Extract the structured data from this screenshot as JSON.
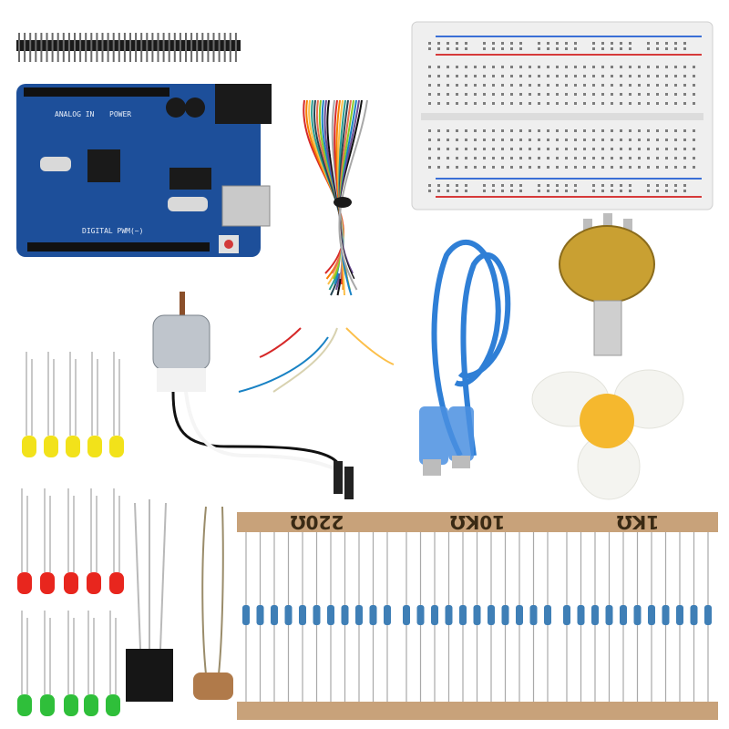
{
  "image": {
    "subject": "Arduino starter kit components",
    "background_color": "#ffffff"
  },
  "components": {
    "header_pins": {
      "icon": "pin-header-icon"
    },
    "arduino_board": {
      "board_color": "#1d4f9a",
      "labels": {
        "analog_in": "ANALOG IN",
        "power": "POWER",
        "digital": "DIGITAL PWM(~)"
      }
    },
    "breadboard": {
      "color": "#efefef",
      "rail_red": "#d63a3a",
      "rail_blue": "#3a6fd6"
    },
    "jumper_wires": {
      "icon": "jumper-wire-bundle-icon"
    },
    "usb_cable": {
      "color": "#2f7fd6"
    },
    "potentiometer": {
      "color": "#c9a032"
    },
    "dc_motor": {
      "icon": "dc-motor-icon"
    },
    "fan_propeller": {
      "blade_color": "#f4f4f0",
      "hub_color": "#f5b82e"
    },
    "leds": {
      "yellow": "#f2e21a",
      "red": "#e8261e",
      "green": "#2fbf3a",
      "yellow_count": 5,
      "red_count": 5,
      "green_count": 5
    },
    "temperature_sensor": {
      "icon": "to92-sensor-icon"
    },
    "photoresistor": {
      "icon": "ldr-icon"
    },
    "resistor_strips": [
      {
        "label": "220Ω"
      },
      {
        "label": "10KΩ"
      },
      {
        "label": "1KΩ"
      }
    ]
  }
}
